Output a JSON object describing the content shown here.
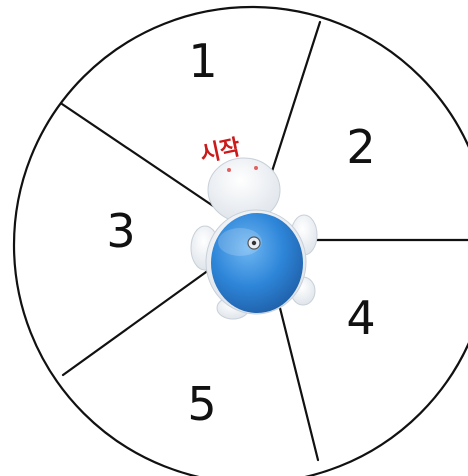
{
  "board": {
    "segments": [
      {
        "label": "1"
      },
      {
        "label": "2"
      },
      {
        "label": "3"
      },
      {
        "label": "4"
      },
      {
        "label": "5"
      }
    ],
    "start_label": "시작",
    "colors": {
      "line": "#111111",
      "background": "#ffffff",
      "start_text": "#cc1a1a",
      "robot_body": "#f4f6f8",
      "robot_shell": "#2e86d9",
      "robot_shell_dark": "#1f5fa8"
    }
  },
  "robot": {
    "icon": "turtle-robot-icon"
  }
}
